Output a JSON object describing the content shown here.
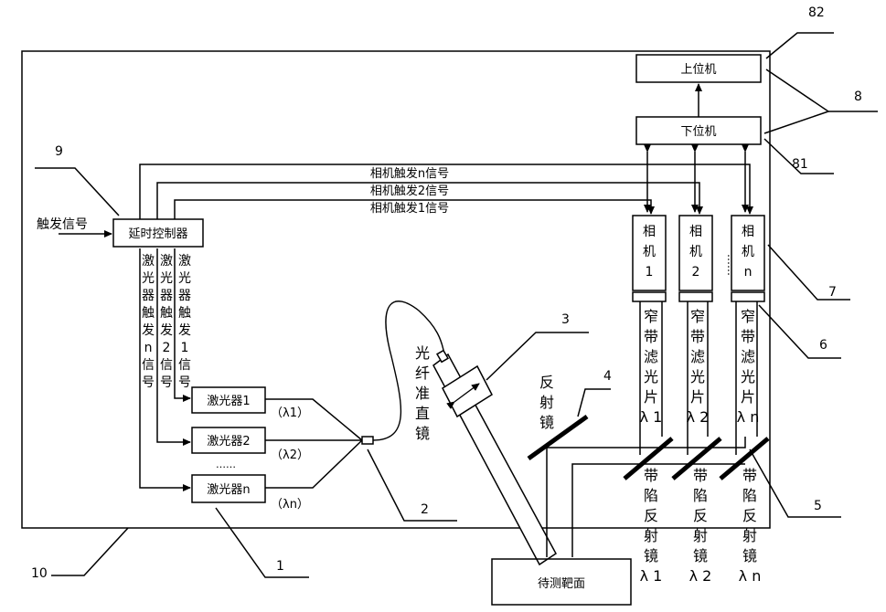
{
  "boxes": {
    "host": "上位机",
    "lower": "下位机",
    "delay": "延时控制器",
    "laser1": "激光器1",
    "laser2": "激光器2",
    "laserN": "激光器n",
    "target": "待测靶面"
  },
  "signals": {
    "trigger_in": "触发信号",
    "cam_n": "相机触发n信号",
    "cam_2": "相机触发2信号",
    "cam_1": "相机触发1信号",
    "laser_n_col": [
      "激",
      "光",
      "器",
      "触",
      "发",
      "n",
      "信",
      "号"
    ],
    "laser_2_col": [
      "激",
      "光",
      "器",
      "触",
      "发",
      "2",
      "信",
      "号"
    ],
    "laser_1_col": [
      "激",
      "光",
      "器",
      "触",
      "发",
      "1",
      "信",
      "号"
    ]
  },
  "wavelengths": {
    "l1": "（λ1）",
    "l2": "（λ2）",
    "ln": "（λn）",
    "dots": "……"
  },
  "cameras": [
    {
      "chars": [
        "相",
        "机",
        "1"
      ]
    },
    {
      "chars": [
        "相",
        "机",
        "2"
      ]
    },
    {
      "chars": [
        "相",
        "机",
        "n"
      ]
    }
  ],
  "camera_dots": "……",
  "filters": [
    {
      "chars": [
        "窄",
        "带",
        "滤",
        "光",
        "片"
      ],
      "lambda": "λ 1"
    },
    {
      "chars": [
        "窄",
        "带",
        "滤",
        "光",
        "片"
      ],
      "lambda": "λ 2"
    },
    {
      "chars": [
        "窄",
        "带",
        "滤",
        "光",
        "片"
      ],
      "lambda": "λ n"
    }
  ],
  "notch": [
    {
      "chars": [
        "带",
        "陷",
        "反",
        "射",
        "镜"
      ],
      "lambda": "λ 1"
    },
    {
      "chars": [
        "带",
        "陷",
        "反",
        "射",
        "镜"
      ],
      "lambda": "λ 2"
    },
    {
      "chars": [
        "带",
        "陷",
        "反",
        "射",
        "镜"
      ],
      "lambda": "λ n"
    }
  ],
  "collimator": [
    "光",
    "纤",
    "准",
    "直",
    "镜"
  ],
  "mirror": [
    "反",
    "射",
    "镜"
  ],
  "ref_numbers": [
    "82",
    "8",
    "81",
    "9",
    "7",
    "6",
    "3",
    "4",
    "5",
    "2",
    "1",
    "10"
  ]
}
